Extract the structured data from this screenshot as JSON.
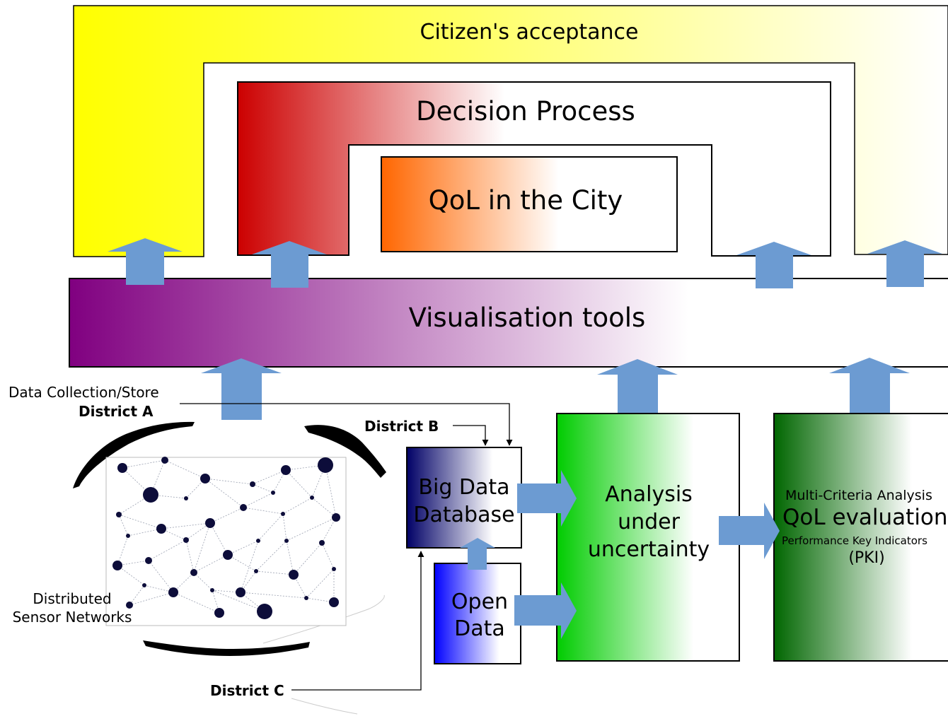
{
  "citizen_acceptance": {
    "label": "Citizen's acceptance"
  },
  "decision_process": {
    "label": "Decision Process"
  },
  "qol_city": {
    "label": "QoL in the City"
  },
  "visualisation": {
    "label": "Visualisation tools"
  },
  "data_collection": {
    "label": "Data Collection/Store",
    "district_a": "District A",
    "district_b": "District B",
    "district_c": "District C",
    "sensor_networks_line1": "Distributed",
    "sensor_networks_line2": "Sensor Networks"
  },
  "big_data": {
    "line1": "Big Data",
    "line2": "Database"
  },
  "open_data": {
    "line1": "Open",
    "line2": "Data"
  },
  "analysis": {
    "line1": "Analysis",
    "line2": "under",
    "line3": "uncertainty"
  },
  "qol_eval": {
    "top": "Multi-Criteria Analysis",
    "main": "QoL evaluation",
    "sub": "Performance Key Indicators",
    "abbr": "(PKI)"
  },
  "colors": {
    "yellow": "#ffff00",
    "red": "#cc0000",
    "orange": "#ff6600",
    "purple": "#800080",
    "navy": "#000066",
    "blue": "#0000ff",
    "green": "#00cc00",
    "dark_green": "#006600",
    "arrow": "#6c9bd2"
  }
}
